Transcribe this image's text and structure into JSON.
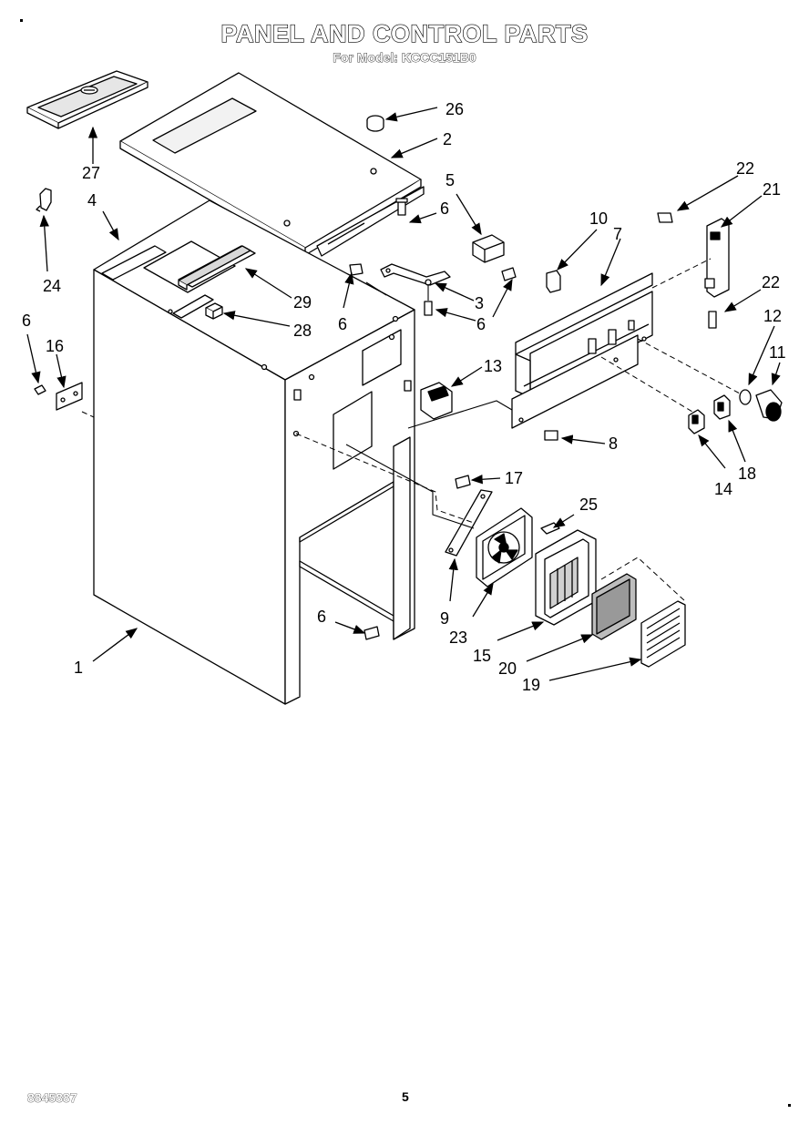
{
  "header": {
    "title": "PANEL AND CONTROL PARTS",
    "subtitle": "For Model: KCCC151B0"
  },
  "callouts": {
    "c1": "1",
    "c2": "2",
    "c3": "3",
    "c4": "4",
    "c5": "5",
    "c6a": "6",
    "c6b": "6",
    "c6c": "6",
    "c6d": "6",
    "c6e": "6",
    "c7": "7",
    "c8": "8",
    "c9": "9",
    "c10": "10",
    "c11": "11",
    "c12": "12",
    "c13": "13",
    "c14": "14",
    "c15": "15",
    "c16": "16",
    "c17": "17",
    "c18": "18",
    "c19": "19",
    "c20": "20",
    "c21": "21",
    "c22a": "22",
    "c22b": "22",
    "c23": "23",
    "c24": "24",
    "c25": "25",
    "c26": "26",
    "c27": "27",
    "c28": "28",
    "c29": "29"
  },
  "footer": {
    "doc_number": "8845887",
    "page_number": "5"
  }
}
